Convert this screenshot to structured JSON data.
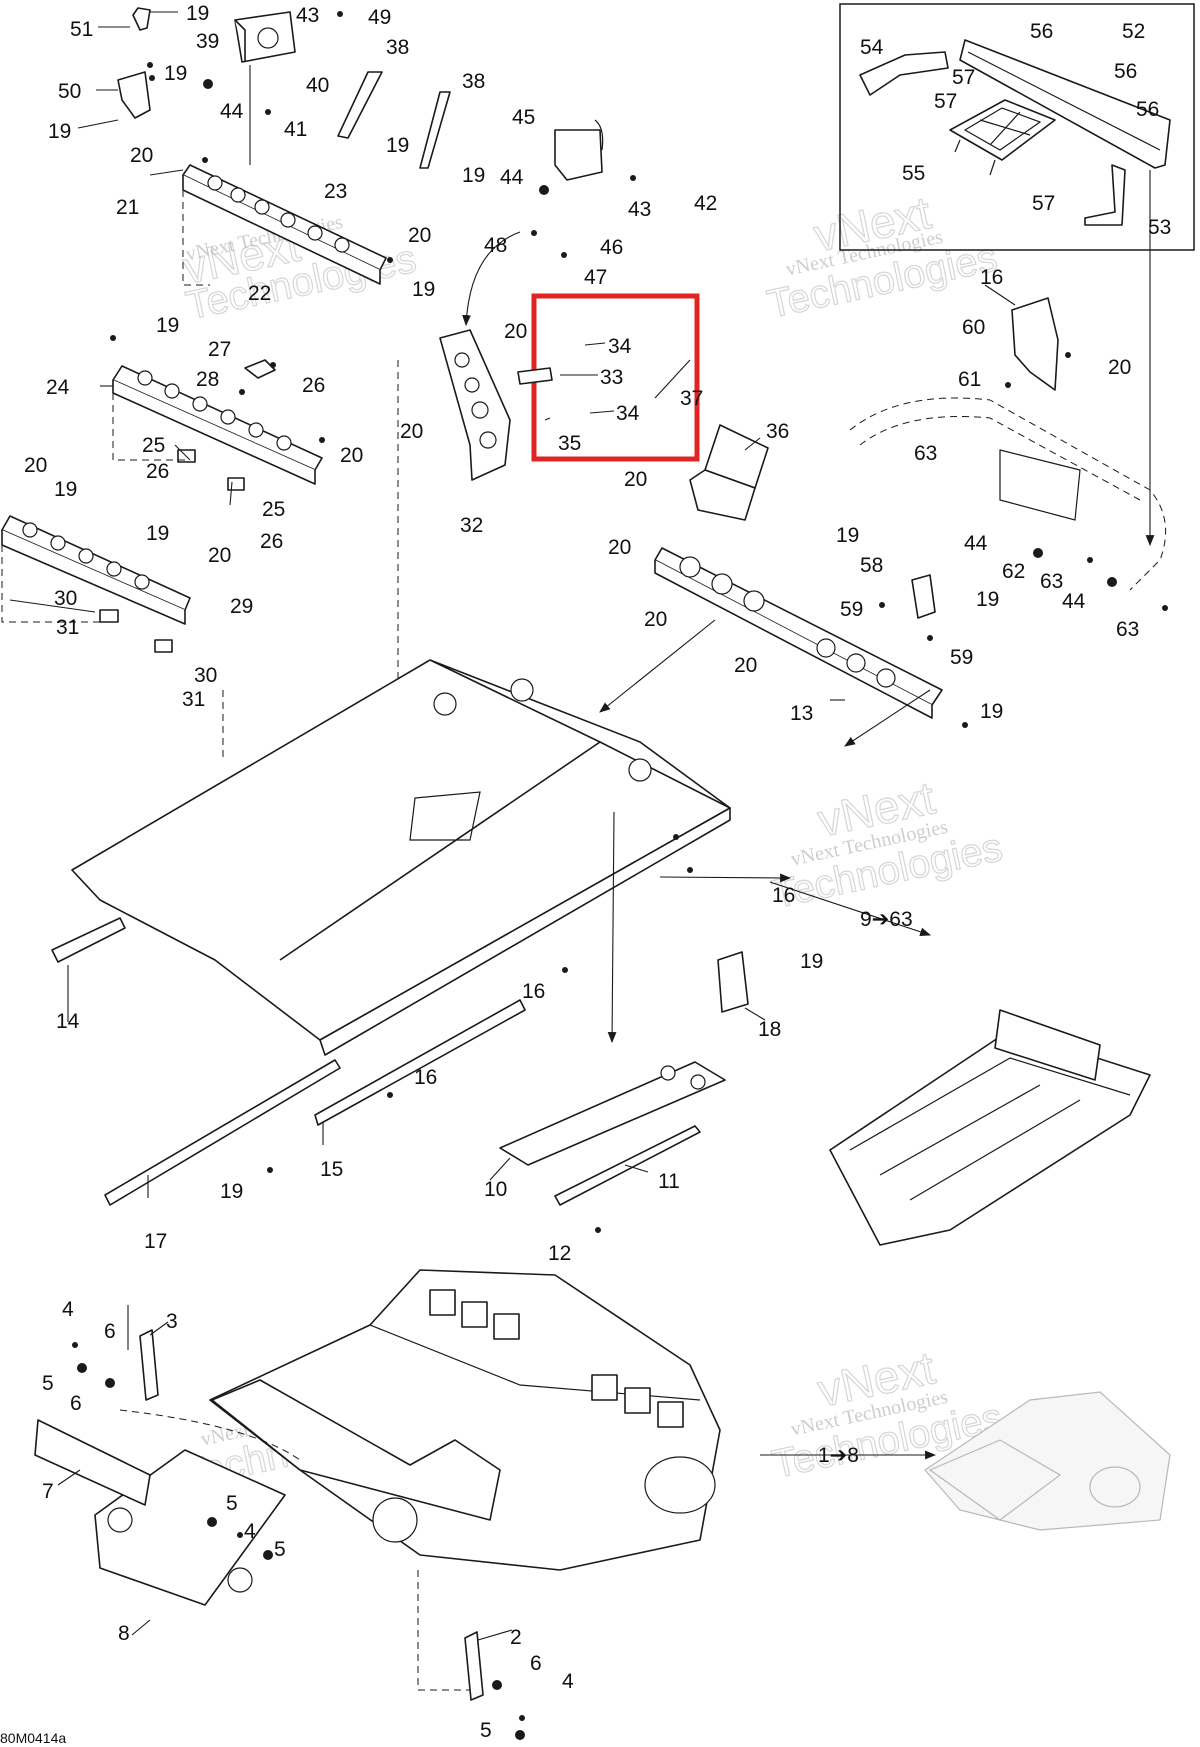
{
  "diagram": {
    "drawing_code": "80M0414a",
    "watermark_line1": "vNext Technologies",
    "watermark_line2": "Technologies",
    "highlight_color": "#e32222",
    "callouts": {
      "c51": "51",
      "c19a": "19",
      "c43a": "43",
      "c49": "49",
      "c39": "39",
      "c38a": "38",
      "c50": "50",
      "c19b": "19",
      "c44a": "44",
      "c40": "40",
      "c41": "41",
      "c38b": "38",
      "c19c": "19",
      "c19d": "19",
      "c19e": "19",
      "c20a": "20",
      "c21": "21",
      "c23": "23",
      "c20b": "20",
      "c22": "22",
      "c45": "45",
      "c44b": "44",
      "c43b": "43",
      "c42": "42",
      "c48": "48",
      "c46": "46",
      "c47": "47",
      "c19f": "19",
      "c20c": "20",
      "c24": "24",
      "c27": "27",
      "c26a": "26",
      "c28": "28",
      "c25a": "25",
      "c26b": "26",
      "c20d": "20",
      "c25b": "25",
      "c26c": "26",
      "c34a": "34",
      "c33": "33",
      "c34b": "34",
      "c35": "35",
      "c37": "37",
      "c20e": "20",
      "c32": "32",
      "c20f": "20",
      "c19g": "19",
      "c19h": "19",
      "c20g": "20",
      "c29": "29",
      "c30a": "30",
      "c31a": "31",
      "c30b": "30",
      "c31b": "31",
      "c54": "54",
      "c56a": "56",
      "c52": "52",
      "c57a": "57",
      "c56b": "56",
      "c57b": "57",
      "c56c": "56",
      "c55": "55",
      "c57c": "57",
      "c53": "53",
      "c16a": "16",
      "c60": "60",
      "c20h": "20",
      "c61": "61",
      "c36": "36",
      "c20i": "20",
      "c63a": "63",
      "c44c": "44",
      "c62": "62",
      "c63b": "63",
      "c20j": "20",
      "c19i": "19",
      "c58": "58",
      "c19j": "19",
      "c59a": "59",
      "c44d": "44",
      "c20k": "20",
      "c63c": "63",
      "c59b": "59",
      "c20l": "20",
      "c13": "13",
      "c19k": "19",
      "c16b": "16",
      "c9to63": "9➔63",
      "c14": "14",
      "c16c": "16",
      "c19l": "19",
      "c18": "18",
      "c16d": "16",
      "c10": "10",
      "c11": "11",
      "c15": "15",
      "c19m": "19",
      "c17": "17",
      "c12": "12",
      "c4a": "4",
      "c6a": "6",
      "c3": "3",
      "c5a": "5",
      "c6b": "6",
      "c7": "7",
      "c1to8": "1➔8",
      "c5b": "5",
      "c4b": "4",
      "c5c": "5",
      "c8": "8",
      "c2": "2",
      "c6c": "6",
      "c4c": "4",
      "c5d": "5"
    }
  }
}
